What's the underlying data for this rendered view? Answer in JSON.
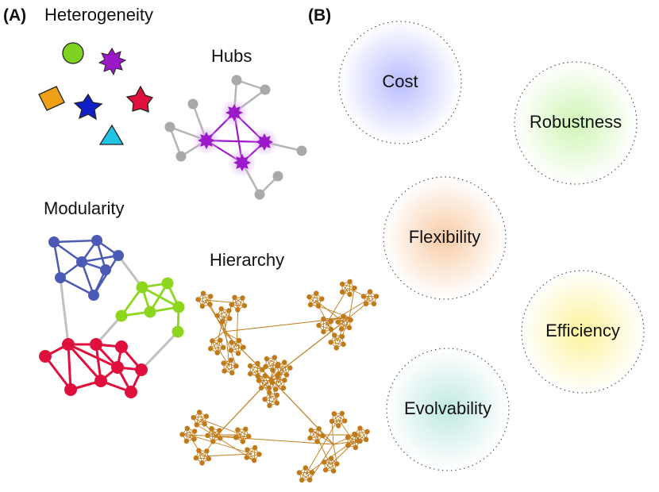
{
  "panels": {
    "a_label": "(A)",
    "b_label": "(B)"
  },
  "panel_a": {
    "heterogeneity": {
      "title": "Heterogeneity",
      "shapes": [
        {
          "name": "circle-shape",
          "color": "#7ed321"
        },
        {
          "name": "spiky-star-shape",
          "color": "#9b19c9"
        },
        {
          "name": "square-shape",
          "color": "#f0a015"
        },
        {
          "name": "blue-star-shape",
          "color": "#1020c8"
        },
        {
          "name": "red-pentagon-star-shape",
          "color": "#e0103c"
        },
        {
          "name": "triangle-shape",
          "color": "#22c4e6"
        }
      ]
    },
    "hubs": {
      "title": "Hubs",
      "hub_color": "#9b19c9",
      "node_color": "#a9a9a9"
    },
    "modularity": {
      "title": "Modularity",
      "colors": {
        "blue": "#4b5bb5",
        "green": "#8cd71e",
        "red": "#e0103c",
        "link": "#c0c0c0"
      }
    },
    "hierarchy": {
      "title": "Hierarchy",
      "color": "#c07a1a"
    }
  },
  "panel_b": {
    "bubbles": [
      {
        "label": "Cost",
        "color": "#b8bcff"
      },
      {
        "label": "Robustness",
        "color": "#cff5b4"
      },
      {
        "label": "Flexibility",
        "color": "#f8cba6"
      },
      {
        "label": "Efficiency",
        "color": "#fbf29a"
      },
      {
        "label": "Evolvability",
        "color": "#bfe9e3"
      }
    ]
  }
}
